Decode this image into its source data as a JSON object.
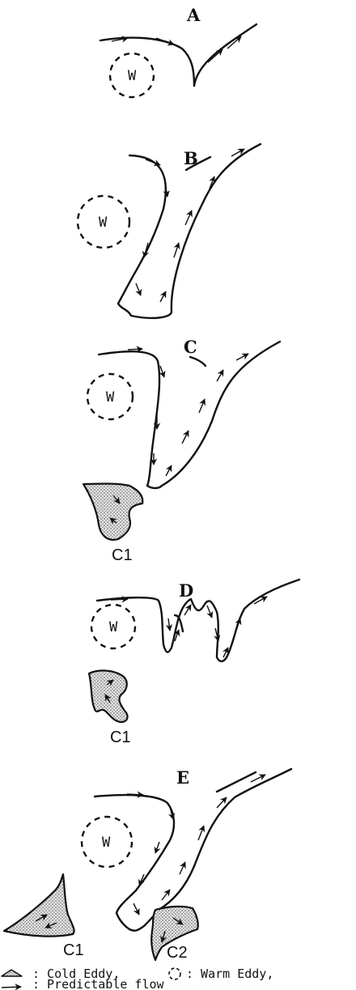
{
  "panels": [
    {
      "label": "A",
      "eddy_label": "W"
    },
    {
      "label": "B",
      "eddy_label": "W"
    },
    {
      "label": "C",
      "eddy_label": "W",
      "cold_eddies": [
        "C1"
      ]
    },
    {
      "label": "D",
      "eddy_label": "W",
      "cold_eddies": [
        "C1"
      ]
    },
    {
      "label": "E",
      "eddy_label": "W",
      "cold_eddies": [
        "C1",
        "C2"
      ]
    }
  ],
  "legend": {
    "line1": ": Cold Eddy,",
    "line1b": ": Warm Eddy,",
    "line2": ": Predictable flow"
  }
}
